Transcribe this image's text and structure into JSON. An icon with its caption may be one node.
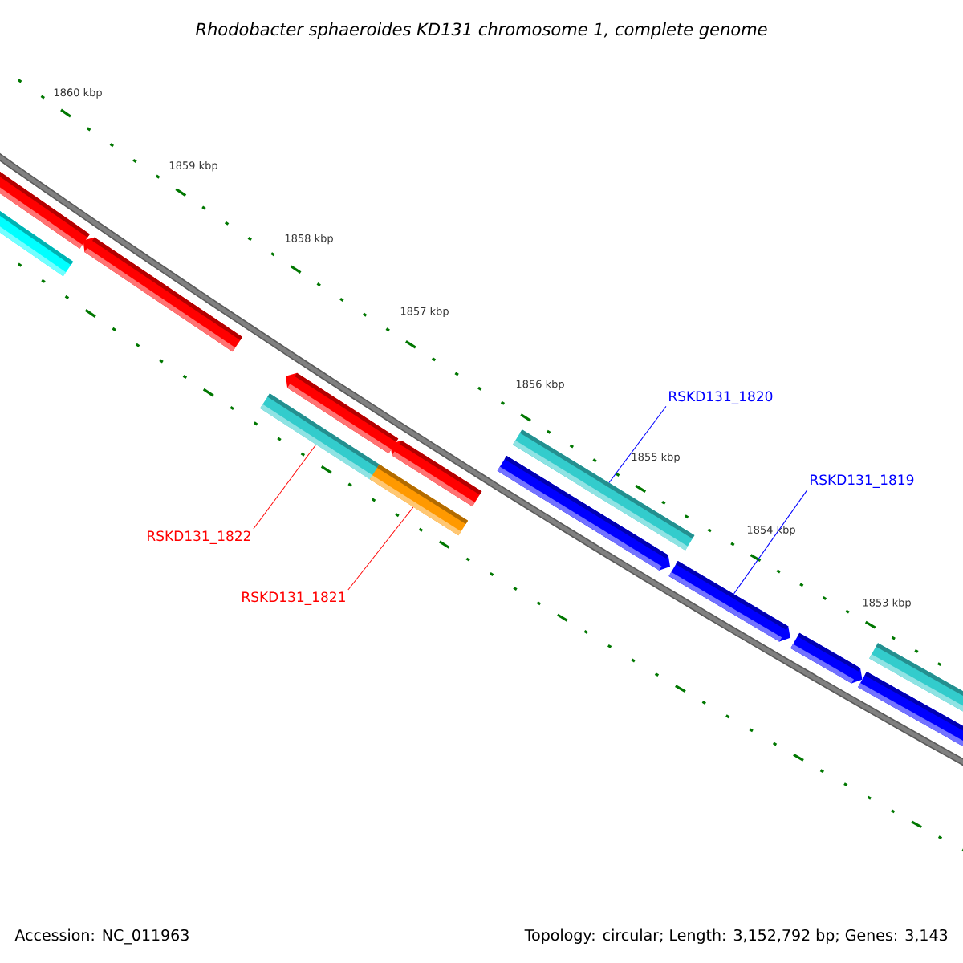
{
  "diagram": {
    "title": "Rhodobacter sphaeroides KD131 chromosome 1, complete genome",
    "nodes": [
      {
        "text": [
          "RSKD131_1820"
        ]
      },
      {
        "text": [],
        "shape": "bar"
      },
      {
        "text": [
          "RSKD131_1819"
        ]
      },
      {
        "text": [],
        "shape": "bar"
      },
      {
        "text": [
          "RSKD131_1822"
        ]
      },
      {
        "text": [],
        "shape": "bar"
      },
      {
        "text": [
          "RSKD131_1821"
        ]
      },
      {
        "text": [],
        "shape": "bar"
      },
      {
        "text": [],
        "shape": "bar"
      },
      {
        "text": [],
        "shape": "bar"
      },
      {
        "text": [],
        "shape": "bar"
      },
      {
        "text": [],
        "shape": "bar"
      },
      {
        "text": [],
        "shape": "bar"
      },
      {
        "text": [],
        "shape": "bar"
      },
      {
        "text": [],
        "shape": "bar"
      },
      {
        "text": [],
        "shape": "bar"
      },
      {
        "text": [],
        "shape": "bar"
      }
    ],
    "edges": [
      {
        "from": 0,
        "to": 1,
        "arrow": "none",
        "color": "#0000ff"
      },
      {
        "from": 2,
        "to": 3,
        "arrow": "none",
        "color": "#0000ff"
      },
      {
        "from": 4,
        "to": 5,
        "arrow": "none",
        "color": "#ff0000"
      },
      {
        "from": 6,
        "to": 7,
        "arrow": "none",
        "color": "#ff0000"
      }
    ],
    "labels": [
      "1860 kbp",
      "1859 kbp",
      "1858 kbp",
      "1857 kbp",
      "1856 kbp",
      "1855 kbp",
      "1854 kbp",
      "1853 kbp",
      "Accession: NC_011963",
      "Topology: circular; Length: 3,152,792 bp; Genes: 3,143"
    ]
  }
}
